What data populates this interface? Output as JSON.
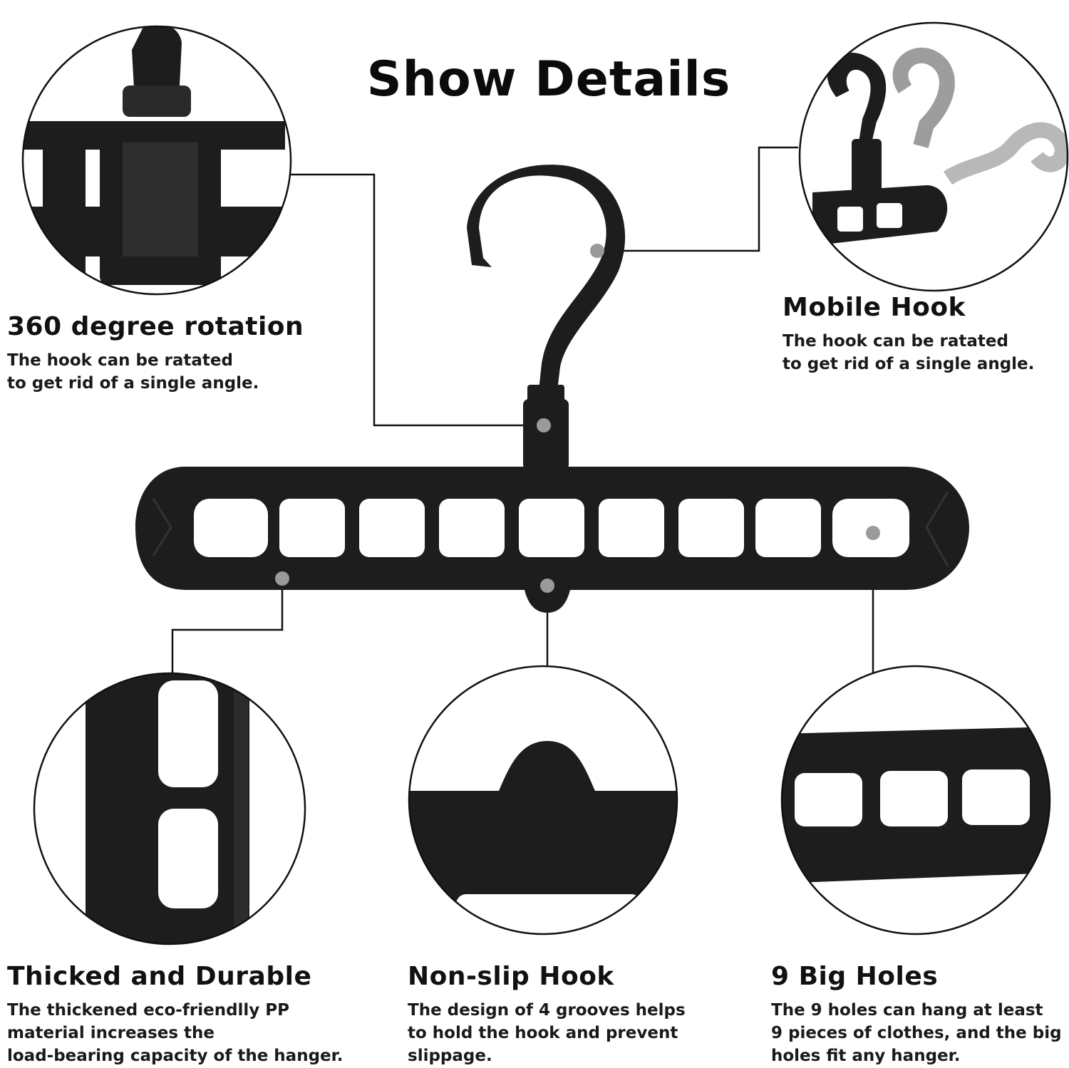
{
  "title": "Show Details",
  "colors": {
    "product": "#1d1d1d",
    "line": "#111111",
    "dot": "#9a9a9a",
    "background": "#ffffff"
  },
  "features": [
    {
      "heading": "360 degree rotation",
      "description": "The hook can be ratated\nto get rid of a single angle."
    },
    {
      "heading": "Mobile Hook",
      "description": "The hook can be ratated\nto get rid of a single angle."
    },
    {
      "heading": "Thicked and Durable",
      "description": "The thickened eco-friendlly PP\nmaterial increases the\nload-bearing capacity of the hanger."
    },
    {
      "heading": "Non-slip Hook",
      "description": "The design of 4 grooves helps\nto hold the hook and prevent\nslippage."
    },
    {
      "heading": "9 Big Holes",
      "description": "The 9 holes can hang at least\n9 pieces of clothes, and the big\nholes fit any hanger."
    }
  ]
}
